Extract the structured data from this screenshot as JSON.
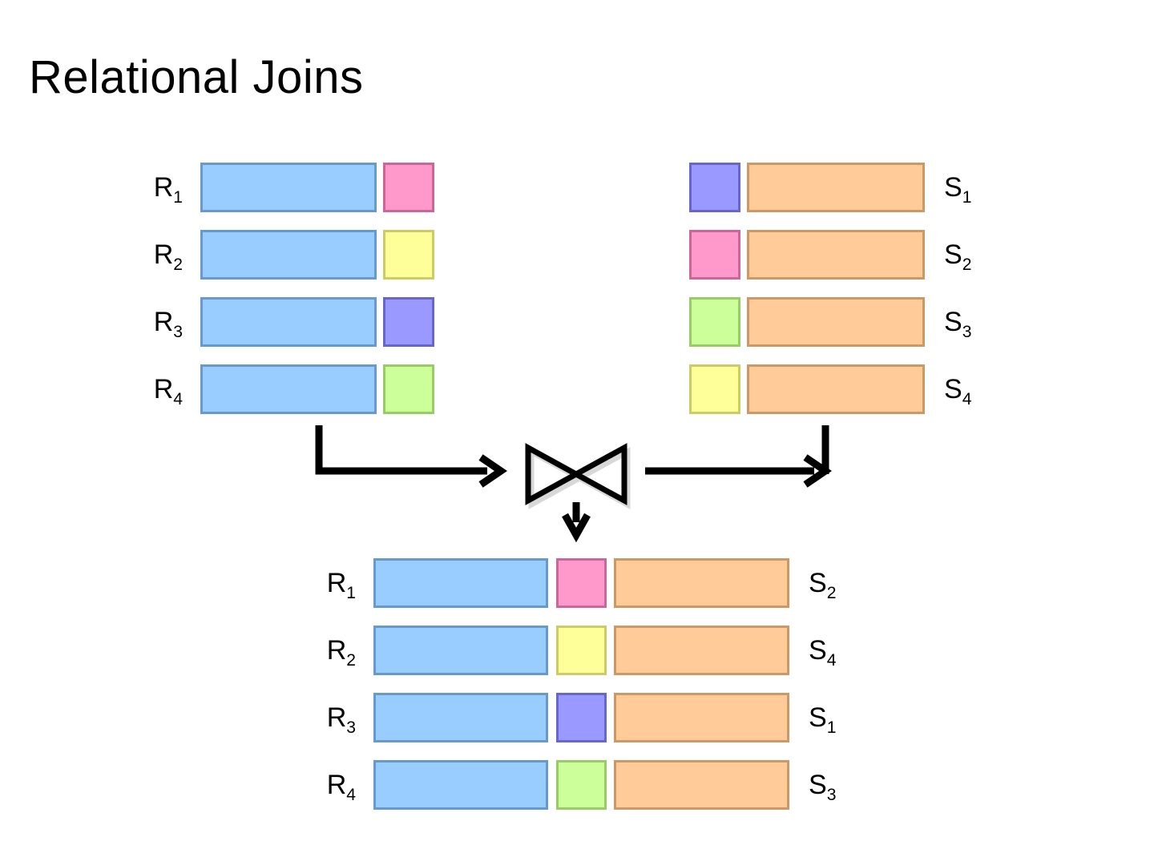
{
  "title": "Relational Joins",
  "palette": {
    "background": "#ffffff",
    "text": "#000000",
    "blue_fill": "#99ccff",
    "blue_border": "#6699cc",
    "orange_fill": "#ffcc99",
    "orange_border": "#cc9966",
    "pink_fill": "#ff99cc",
    "pink_border": "#cc6699",
    "yellow_fill": "#ffff99",
    "yellow_border": "#cccc66",
    "purple_fill": "#9999ff",
    "purple_border": "#6666cc",
    "green_fill": "#ccff99",
    "green_border": "#99cc66",
    "arrow": "#000000",
    "shadow": "#aaaaaa"
  },
  "relation_r": {
    "name": "R",
    "label_side": "left",
    "rows": [
      {
        "label": "R",
        "sub": "1",
        "key_color": "pink"
      },
      {
        "label": "R",
        "sub": "2",
        "key_color": "yellow"
      },
      {
        "label": "R",
        "sub": "3",
        "key_color": "purple"
      },
      {
        "label": "R",
        "sub": "4",
        "key_color": "green"
      }
    ]
  },
  "relation_s": {
    "name": "S",
    "label_side": "right",
    "rows": [
      {
        "label": "S",
        "sub": "1",
        "key_color": "purple"
      },
      {
        "label": "S",
        "sub": "2",
        "key_color": "pink"
      },
      {
        "label": "S",
        "sub": "3",
        "key_color": "green"
      },
      {
        "label": "S",
        "sub": "4",
        "key_color": "yellow"
      }
    ]
  },
  "join_operator": {
    "symbol": "bowtie",
    "name": "join-operator"
  },
  "result": {
    "rows": [
      {
        "left_label": "R",
        "left_sub": "1",
        "key_color": "pink",
        "right_label": "S",
        "right_sub": "2"
      },
      {
        "left_label": "R",
        "left_sub": "2",
        "key_color": "yellow",
        "right_label": "S",
        "right_sub": "4"
      },
      {
        "left_label": "R",
        "left_sub": "3",
        "key_color": "purple",
        "right_label": "S",
        "right_sub": "1"
      },
      {
        "left_label": "R",
        "left_sub": "4",
        "key_color": "green",
        "right_label": "S",
        "right_sub": "3"
      }
    ]
  }
}
